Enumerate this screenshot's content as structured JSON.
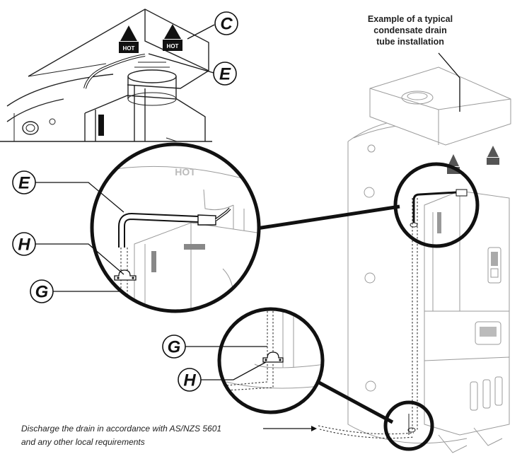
{
  "callouts": {
    "top_c": "C",
    "top_e": "E",
    "zoom_e": "E",
    "zoom_h": "H",
    "zoom_g": "G",
    "lower_g": "G",
    "lower_h": "H"
  },
  "example_caption": {
    "line1": "Example of a typical",
    "line2": "condensate drain",
    "line3": "tube installation"
  },
  "discharge_note": {
    "line1": "Discharge the drain in accordance with AS/NZS 5601",
    "line2": "and any other local requirements"
  },
  "stencil": {
    "text": "HOT"
  }
}
